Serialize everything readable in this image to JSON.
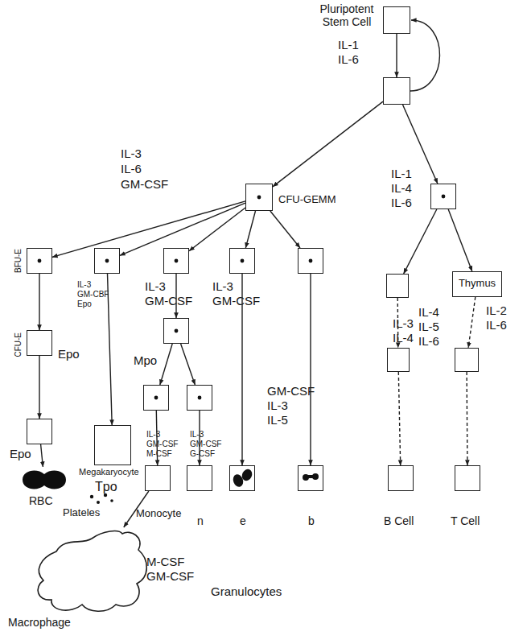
{
  "diagram": {
    "nodes": [
      {
        "text": [
          "Pluripotent Stem Cell"
        ]
      },
      {
        "text": []
      },
      {
        "text": [
          "CFU-GEMM"
        ]
      },
      {
        "text": []
      },
      {
        "text": [
          "BFU-E"
        ]
      },
      {
        "text": []
      },
      {
        "text": []
      },
      {
        "text": []
      },
      {
        "text": []
      },
      {
        "text": []
      },
      {
        "text": [
          "Thymus"
        ]
      },
      {
        "text": [
          "CFU-E"
        ]
      },
      {
        "text": []
      },
      {
        "text": []
      },
      {
        "text": []
      },
      {
        "text": []
      },
      {
        "text": []
      },
      {
        "text": []
      },
      {
        "text": [
          "Megakaryocyte"
        ]
      },
      {
        "text": [
          "Monocyte"
        ]
      },
      {
        "text": [
          "n"
        ]
      },
      {
        "text": [
          "e"
        ]
      },
      {
        "text": [
          "b"
        ]
      },
      {
        "text": [
          "B Cell"
        ]
      },
      {
        "text": [
          "T Cell"
        ]
      },
      {
        "text": [
          "RBC"
        ]
      },
      {
        "text": [
          "Macrophage"
        ]
      }
    ],
    "edges": [
      {
        "from": 0,
        "to": 1,
        "arrow": "to"
      },
      {
        "from": 1,
        "to": 0,
        "arrow": "to"
      },
      {
        "from": 1,
        "to": 2,
        "arrow": "to"
      },
      {
        "from": 1,
        "to": 3,
        "arrow": "to"
      },
      {
        "from": 2,
        "to": 4,
        "arrow": "to"
      },
      {
        "from": 2,
        "to": 5,
        "arrow": "to"
      },
      {
        "from": 2,
        "to": 6,
        "arrow": "to"
      },
      {
        "from": 2,
        "to": 7,
        "arrow": "to"
      },
      {
        "from": 2,
        "to": 8,
        "arrow": "to"
      },
      {
        "from": 3,
        "to": 9,
        "arrow": "to"
      },
      {
        "from": 3,
        "to": 10,
        "arrow": "to"
      },
      {
        "from": 4,
        "to": 11,
        "arrow": "to"
      },
      {
        "from": 11,
        "to": 17,
        "arrow": "to"
      },
      {
        "from": 17,
        "to": 25,
        "arrow": "to"
      },
      {
        "from": 5,
        "to": 18,
        "arrow": "to"
      },
      {
        "from": 6,
        "to": 12,
        "arrow": "to"
      },
      {
        "from": 12,
        "to": 15,
        "arrow": "to"
      },
      {
        "from": 12,
        "to": 16,
        "arrow": "to"
      },
      {
        "from": 15,
        "to": 19,
        "arrow": "to"
      },
      {
        "from": 16,
        "to": 20,
        "arrow": "to"
      },
      {
        "from": 19,
        "to": 26,
        "arrow": "to"
      },
      {
        "from": 7,
        "to": 21,
        "arrow": "to"
      },
      {
        "from": 8,
        "to": 22,
        "arrow": "to"
      },
      {
        "from": 9,
        "to": 13,
        "arrow": "to"
      },
      {
        "from": 13,
        "to": 23,
        "arrow": "to"
      },
      {
        "from": 10,
        "to": 14,
        "arrow": "to"
      },
      {
        "from": 14,
        "to": 24,
        "arrow": "to"
      }
    ],
    "labels": [
      "IL-1",
      "IL-6",
      "IL-3",
      "IL-6",
      "GM-CSF",
      "IL-1",
      "IL-4",
      "IL-6",
      "IL-3",
      "GM-CBF",
      "Epo",
      "Epo",
      "IL-3",
      "GM-CSF",
      "IL-3",
      "GM-CSF",
      "Mpo",
      "IL-3",
      "GM-CSF",
      "M-CSF",
      "IL-3",
      "GM-CSF",
      "G-CSF",
      "GM-CSF",
      "IL-3",
      "IL-5",
      "IL-3",
      "IL-4",
      "IL-4",
      "IL-5",
      "IL-6",
      "IL-2",
      "IL-6",
      "Epo",
      "Tpo",
      "Plateles",
      "M-CSF",
      "GM-CSF",
      "Granulocytes"
    ]
  }
}
